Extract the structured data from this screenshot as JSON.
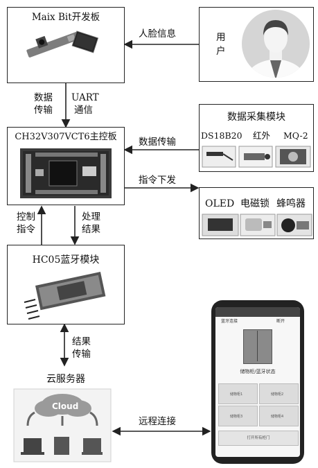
{
  "blocks": {
    "maix": "Maix Bit开发板",
    "main_board": "CH32V307VCT6主控板",
    "bluetooth": "HC05蓝牙模块",
    "cloud": "云服务器",
    "user_line1": "用",
    "user_line2": "户",
    "acq_title": "数据采集模块",
    "sensor1": "DS18B20",
    "sensor2": "红外",
    "sensor3": "MQ-2",
    "act1": "OLED",
    "act2": "电磁锁",
    "act3": "蜂鸣器"
  },
  "arrows": {
    "face_info": "人脸信息",
    "data_tx_l1": "数据",
    "data_tx_l2": "传输",
    "uart_l1": "UART",
    "uart_l2": "通信",
    "data_tx2": "数据传输",
    "cmd_down": "指令下发",
    "ctrl_l1": "控制",
    "ctrl_l2": "指令",
    "proc_l1": "处理",
    "proc_l2": "结果",
    "result_l1": "结果",
    "result_l2": "传输",
    "remote": "远程连接"
  },
  "cloud_label": "Cloud",
  "phone": {
    "header": "蓝牙连接",
    "header_right": "断开",
    "status": "储物柜/蓝牙状态",
    "cells": [
      "储物柜1",
      "储物柜2",
      "储物柜3",
      "储物柜4"
    ],
    "footer": "打开所有柜门"
  }
}
